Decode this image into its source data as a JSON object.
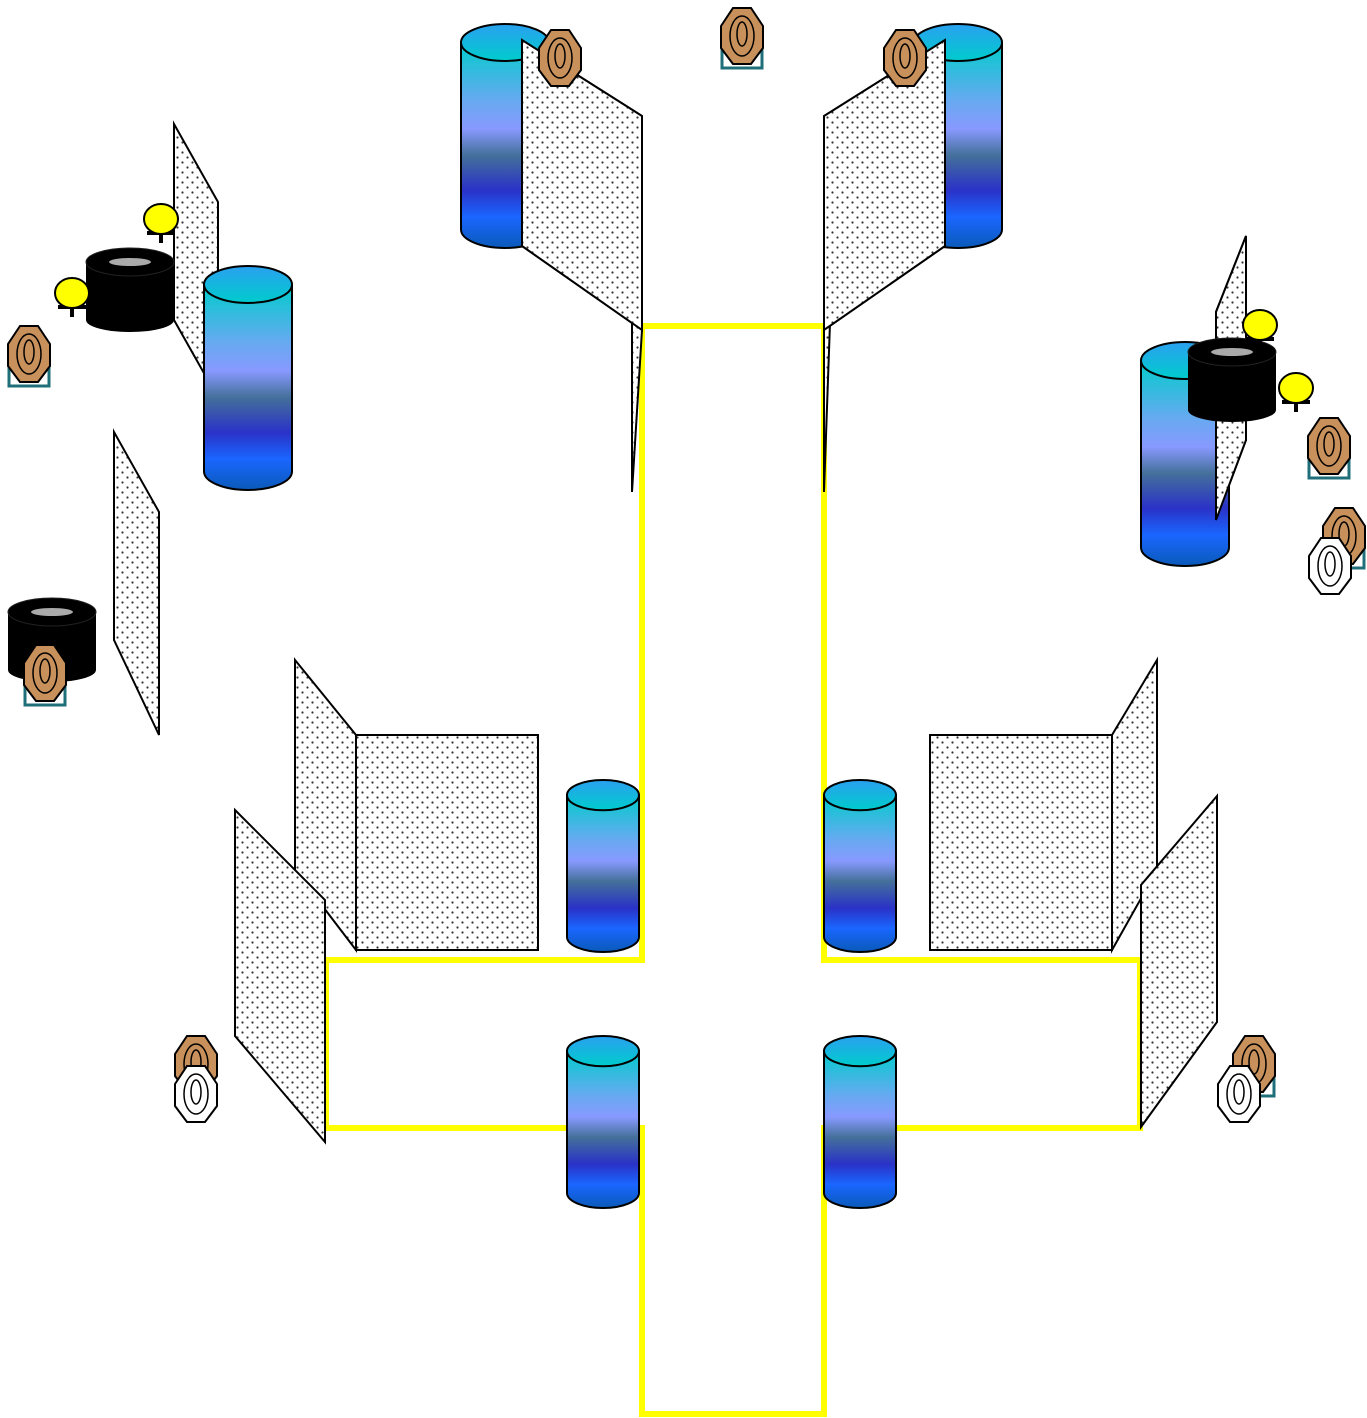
{
  "diagram": {
    "kind": "shooting-stage-layout",
    "colors": {
      "fault_line": "#ffff00",
      "barrel_top": "#00cccc",
      "barrel_mid": "#8899ff",
      "barrel_band": "#2a32c8",
      "barrel_bottom": "#1a66ff",
      "wall_fill": "#ffffff",
      "wall_dots": "#333333",
      "steel_target": "#ffff00",
      "paper_target": "#c8905a",
      "no_shoot": "#ffffff",
      "tire_stack": "#000000",
      "target_stand": "#1f6f7a"
    },
    "legend": [],
    "elements": {
      "fault_line": "fault-line",
      "barrel": "barrel-icon",
      "wall": "wall-panel",
      "paper_target": "paper-target-icon",
      "no_shoot_target": "no-shoot-target-icon",
      "steel_popper": "steel-plate-icon",
      "tire_stack": "tire-stack-icon"
    }
  }
}
